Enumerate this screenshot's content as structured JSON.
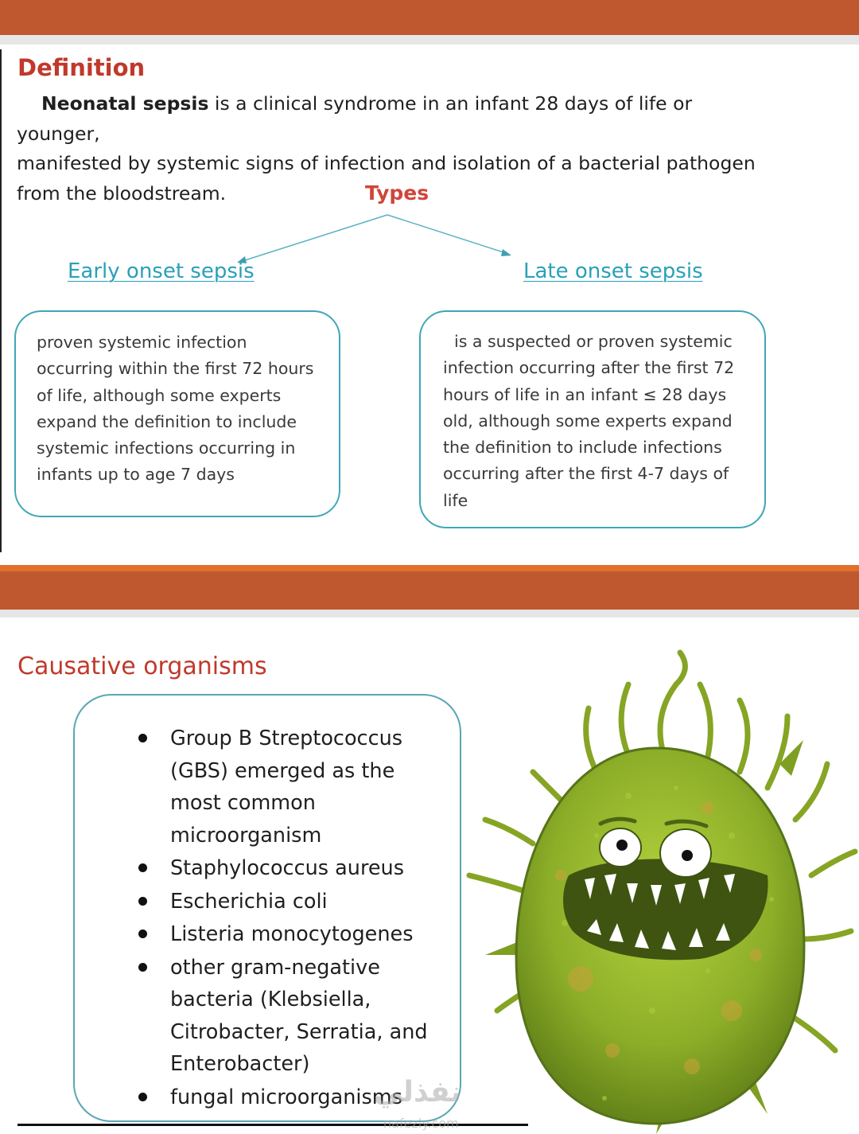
{
  "colors": {
    "band": "#bf582f",
    "band_light": "#e6e6e6",
    "heading_red": "#c0392b",
    "teal": "#2aa0b8",
    "germ_green": "#8eb12b"
  },
  "slide1": {
    "definition_title": "Definition",
    "definition_term": "Neonatal sepsis",
    "definition_line1_rest": " is a clinical syndrome in an infant 28 days of life or younger,",
    "definition_line2": "manifested by systemic signs of infection and isolation of a bacterial pathogen",
    "definition_line3": "from the bloodstream.",
    "types_title": "Types",
    "early": {
      "label": "Early onset sepsis",
      "lines": [
        "proven systemic infection",
        "occurring within the first 72 hours",
        "of life, although some experts",
        "expand the definition to include",
        "systemic infections occurring in",
        "infants up to age 7 days"
      ]
    },
    "late": {
      "label": "Late onset sepsis",
      "lines": [
        "is a suspected or proven systemic",
        "infection occurring after the first 72",
        "hours of life in an infant ≤ 28 days",
        "old, although some experts expand",
        "the definition to include infections",
        "occurring after the first 4-7 days of",
        "life"
      ]
    }
  },
  "slide2": {
    "title": "Causative organisms",
    "items": [
      {
        "lines": [
          "Group B Streptococcus",
          "(GBS) emerged as the",
          "most common",
          "microorganism"
        ]
      },
      {
        "lines": [
          "Staphylococcus aureus"
        ]
      },
      {
        "lines": [
          "Escherichia coli"
        ]
      },
      {
        "lines": [
          "Listeria monocytogenes"
        ]
      },
      {
        "lines": [
          "other gram-negative",
          "bacteria (Klebsiella,",
          "Citrobacter, Serratia, and",
          "Enterobacter)"
        ]
      },
      {
        "lines": [
          "fungal microorganisms"
        ]
      }
    ],
    "image_icon": "germ-cartoon-icon"
  },
  "watermark": {
    "main": "نفذلي",
    "sub": "nafezly.com"
  }
}
